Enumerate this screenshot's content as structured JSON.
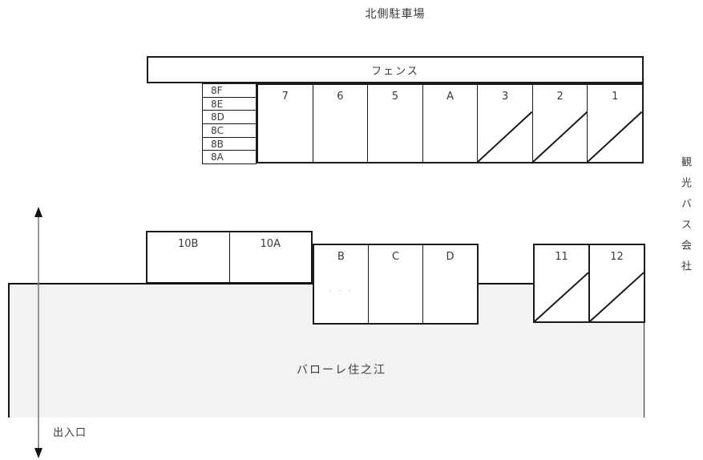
{
  "title": "北側駐車場",
  "colors": {
    "line": "#1a1a1a",
    "ground_fill": "#f2f2f2",
    "arrow_shaft": "#7f7f7f",
    "faint_mark": "#c9c9c9"
  },
  "fence": {
    "label": "フェンス"
  },
  "stack_spaces": [
    "8F",
    "8E",
    "8D",
    "8C",
    "8B",
    "8A"
  ],
  "row_spaces": [
    {
      "label": "7",
      "slashed": false
    },
    {
      "label": "6",
      "slashed": false
    },
    {
      "label": "5",
      "slashed": false
    },
    {
      "label": "A",
      "slashed": false
    },
    {
      "label": "3",
      "slashed": true
    },
    {
      "label": "2",
      "slashed": true
    },
    {
      "label": "1",
      "slashed": true
    }
  ],
  "side_label": "観光バス会社",
  "block_10": [
    {
      "label": "10B"
    },
    {
      "label": "10A"
    }
  ],
  "block_bcd": {
    "cells": [
      "B",
      "C",
      "D"
    ],
    "faint_mark": "- - -"
  },
  "block_1112": [
    {
      "label": "11",
      "slashed": true
    },
    {
      "label": "12",
      "slashed": true
    }
  ],
  "ground_label": "バローレ住之江",
  "exit_label": "出入口"
}
